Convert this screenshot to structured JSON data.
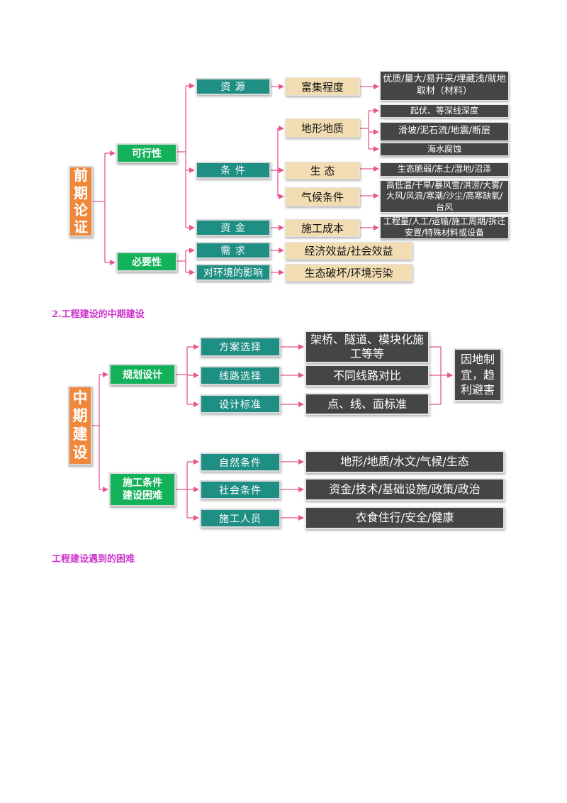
{
  "colors": {
    "root": "#f0883c",
    "green": "#13b15a",
    "teal": "#1f8e83",
    "tan": "#f2ddb3",
    "dark": "#454545",
    "connector": "#e8578f",
    "heading": "#cc33cc"
  },
  "diagram1": {
    "root": [
      "前",
      "期",
      "论",
      "证"
    ],
    "feasibility": "可行性",
    "necessity": "必要性",
    "resources": "资 源",
    "conditions": "条 件",
    "funds": "资 金",
    "demand": "需 求",
    "env_impact": "对环境的影响",
    "abundance": "富集程度",
    "terrain": "地形地质",
    "ecology": "生 态",
    "climate": "气候条件",
    "construction_cost": "施工成本",
    "econ_social": "经济效益/社会效益",
    "eco_damage": "生态破坏/环境污染",
    "resource_detail": "优质/量大/易开采/埋藏浅/就地取材（材料）",
    "undulation": "起伏、等深线深度",
    "landslide": "滑坡/泥石流/地震/断层",
    "corrosion": "海水腐蚀",
    "eco_detail": "生态脆弱/冻土/湿地/沼泽",
    "climate_detail": "高低温/干旱/暴风雪/洪涝/大雾/大风/风浪/寒潮/沙尘/高寒缺氧/台风",
    "cost_detail": "工程量/人工/运输/施工周期/拆迁安置/特殊材料或设备"
  },
  "heading2": "2.工程建设的中期建设",
  "diagram2": {
    "root": [
      "中",
      "期",
      "建",
      "设"
    ],
    "planning": "规划设计",
    "difficulty": [
      "施工条件",
      "建设困难"
    ],
    "scheme": "方案选择",
    "route": "线路选择",
    "standard": "设计标准",
    "nature": "自然条件",
    "society": "社会条件",
    "workers": "施工人员",
    "scheme_detail": "架桥、隧道、模块化施工等等",
    "route_detail": "不同线路对比",
    "standard_detail": "点、线、面标准",
    "nature_detail": "地形/地质/水文/气候/生态",
    "society_detail": "资金/技术/基础设施/政策/政治",
    "workers_detail": "衣食住行/安全/健康",
    "result": "因地制宜，趋利避害"
  },
  "heading3": "工程建设遇到的困难"
}
